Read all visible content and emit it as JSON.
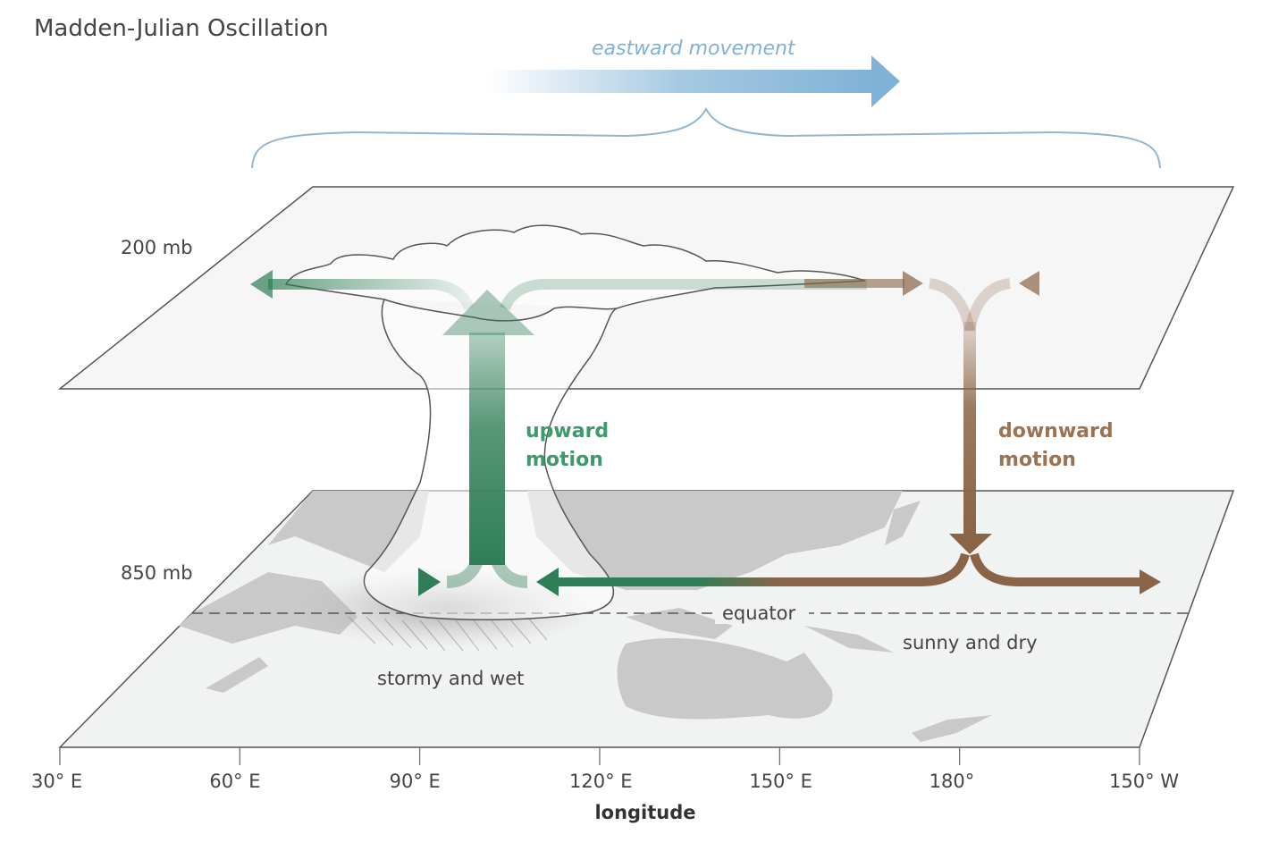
{
  "title": "Madden-Julian Oscillation",
  "movement_label": "eastward movement",
  "levels": {
    "upper": "200 mb",
    "lower": "850 mb"
  },
  "upward_label": [
    "upward",
    "motion"
  ],
  "downward_label": [
    "downward",
    "motion"
  ],
  "equator_label": "equator",
  "sunny_label": "sunny and dry",
  "stormy_label": "stormy and wet",
  "axis": {
    "ticks": [
      "30° E",
      "60° E",
      "90° E",
      "120° E",
      "150° E",
      "180°",
      "150° W"
    ],
    "label": "longitude"
  },
  "colors": {
    "green": "#2f7e57",
    "brown": "#8a6446",
    "blue": "#7fb2d6",
    "land": "#c9c9c9"
  }
}
